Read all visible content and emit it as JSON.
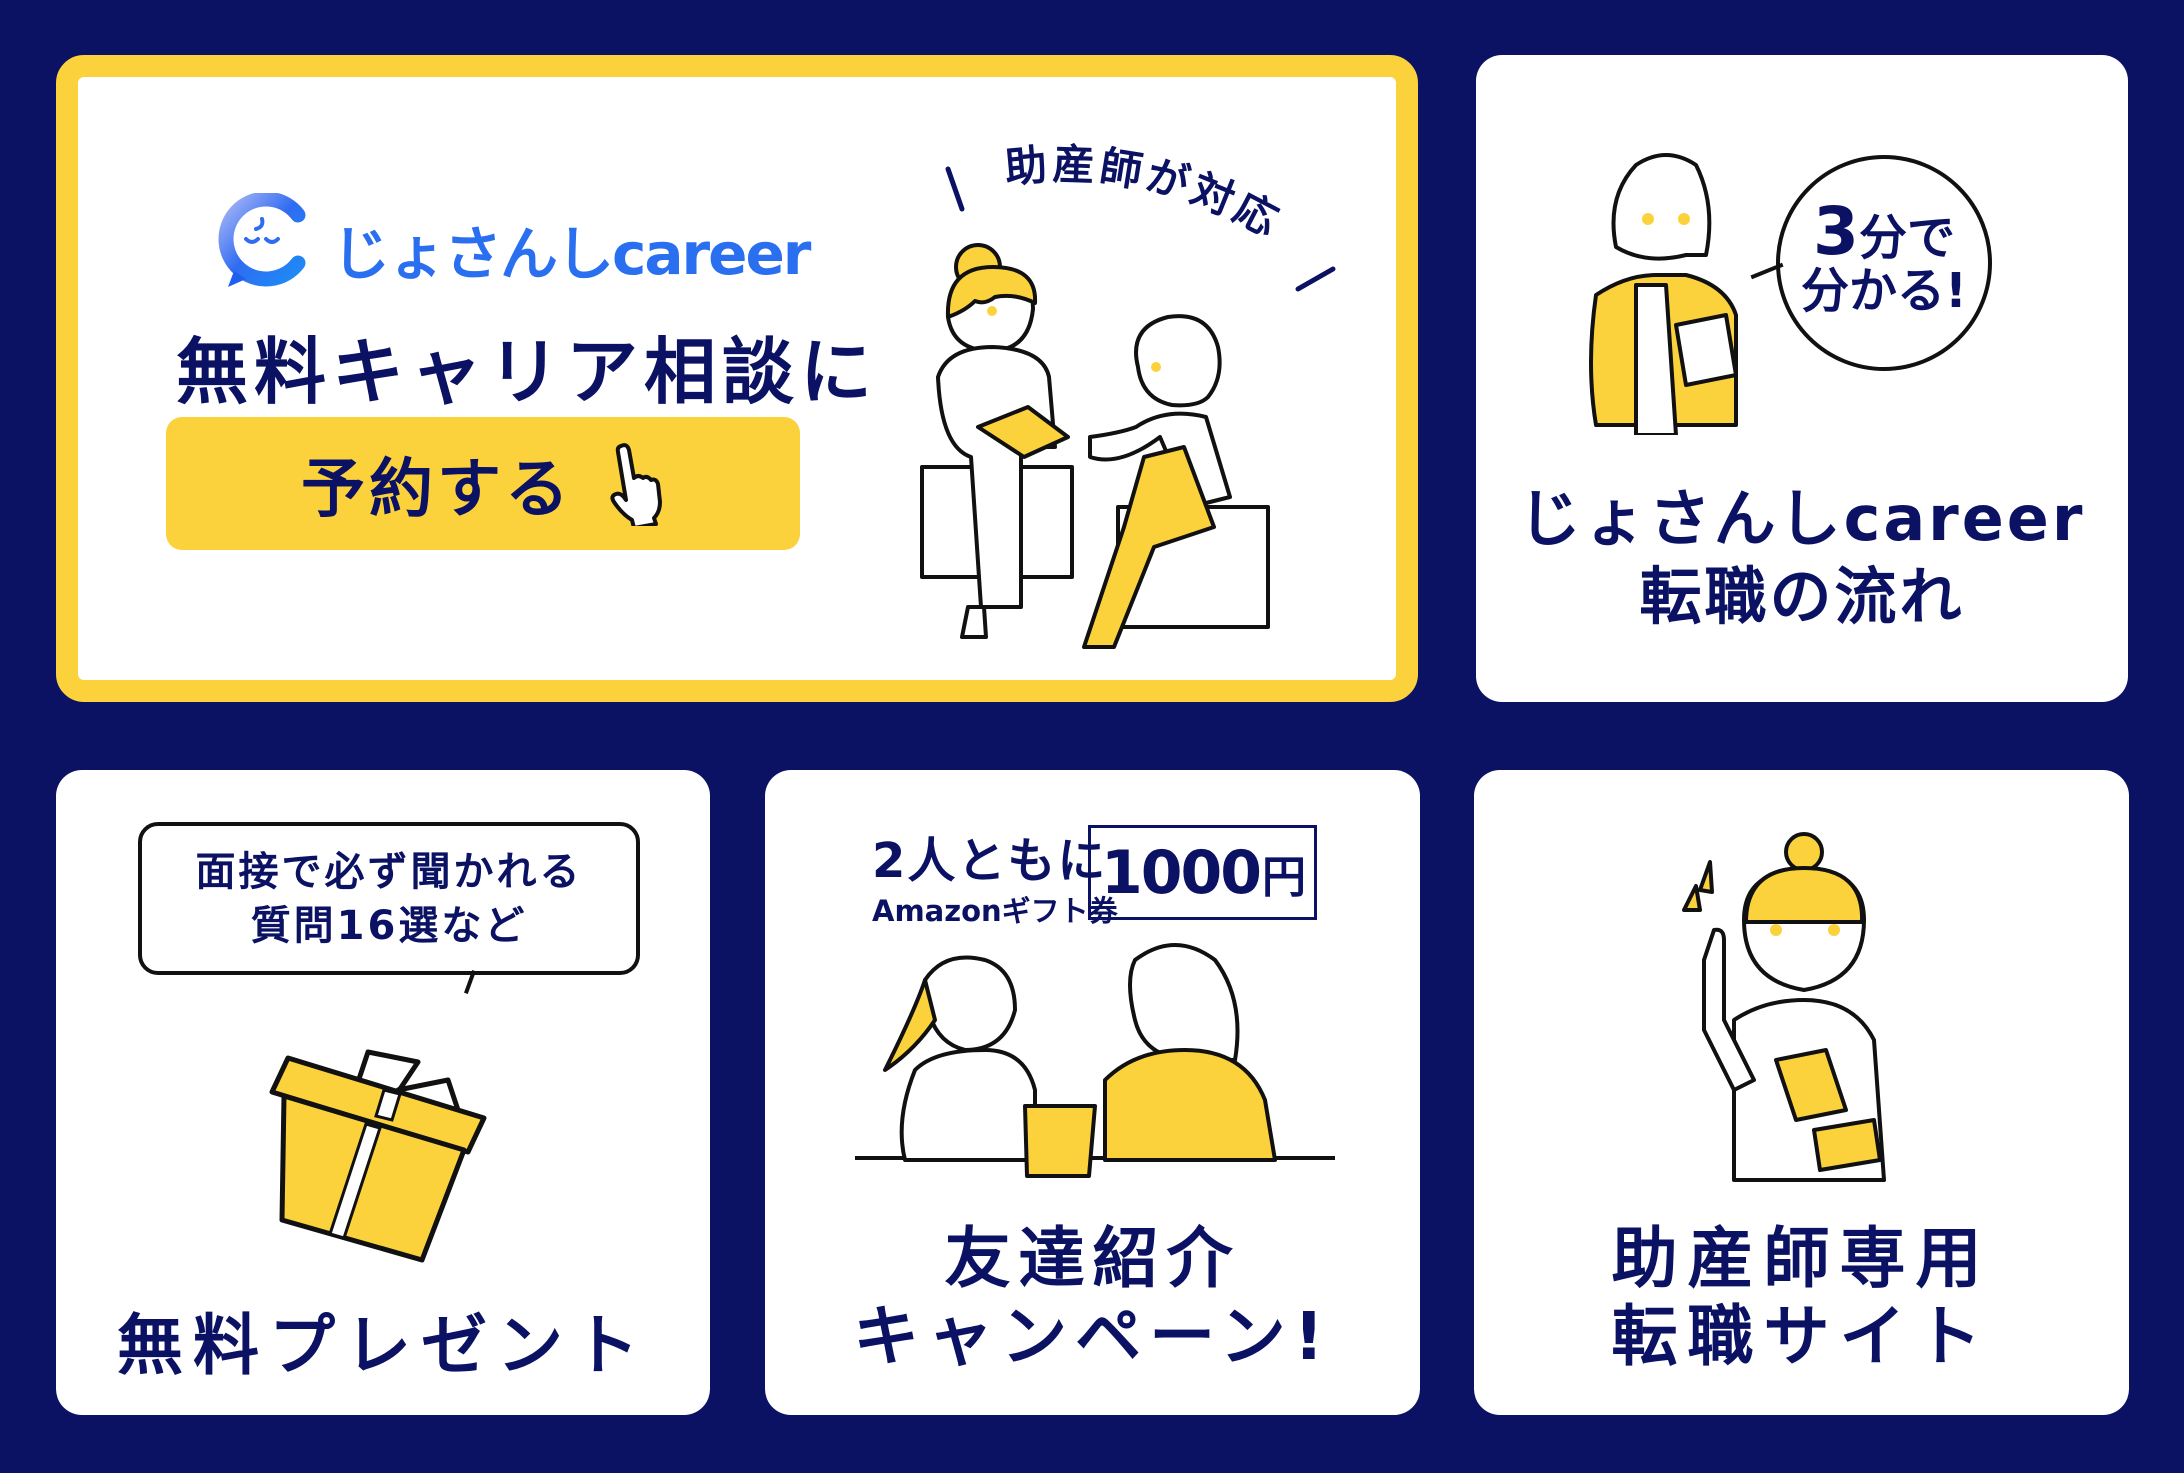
{
  "colors": {
    "background": "#0b1263",
    "accent_yellow": "#fcd23c",
    "brand_blue": "#2a6ff0",
    "text_navy": "#0b1263"
  },
  "consultation_card": {
    "logo_text": "じょさんしcareer",
    "logo_icon": "smiling-speech-bubble-icon",
    "tagline": "助産師が対応",
    "headline": "無料キャリア相談に",
    "cta_label": "予約する",
    "cta_icon": "pointing-hand-icon"
  },
  "flow_card": {
    "bubble_number": "3",
    "bubble_line1_suffix": "分で",
    "bubble_line2": "分かる!",
    "title_line1": "じょさんしcareer",
    "title_line2": "転職の流れ"
  },
  "present_card": {
    "bubble_line1": "面接で必ず聞かれる",
    "bubble_line2": "質問16選など",
    "icon": "gift-box-icon",
    "title": "無料プレゼント"
  },
  "referral_card": {
    "promo_line1": "2人ともに",
    "promo_line2": "Amazonギフト券",
    "amount": "1000",
    "currency": "円",
    "title_line1": "友達紹介",
    "title_line2": "キャンペーン!"
  },
  "site_card": {
    "title_line1": "助産師専用",
    "title_line2": "転職サイト"
  }
}
